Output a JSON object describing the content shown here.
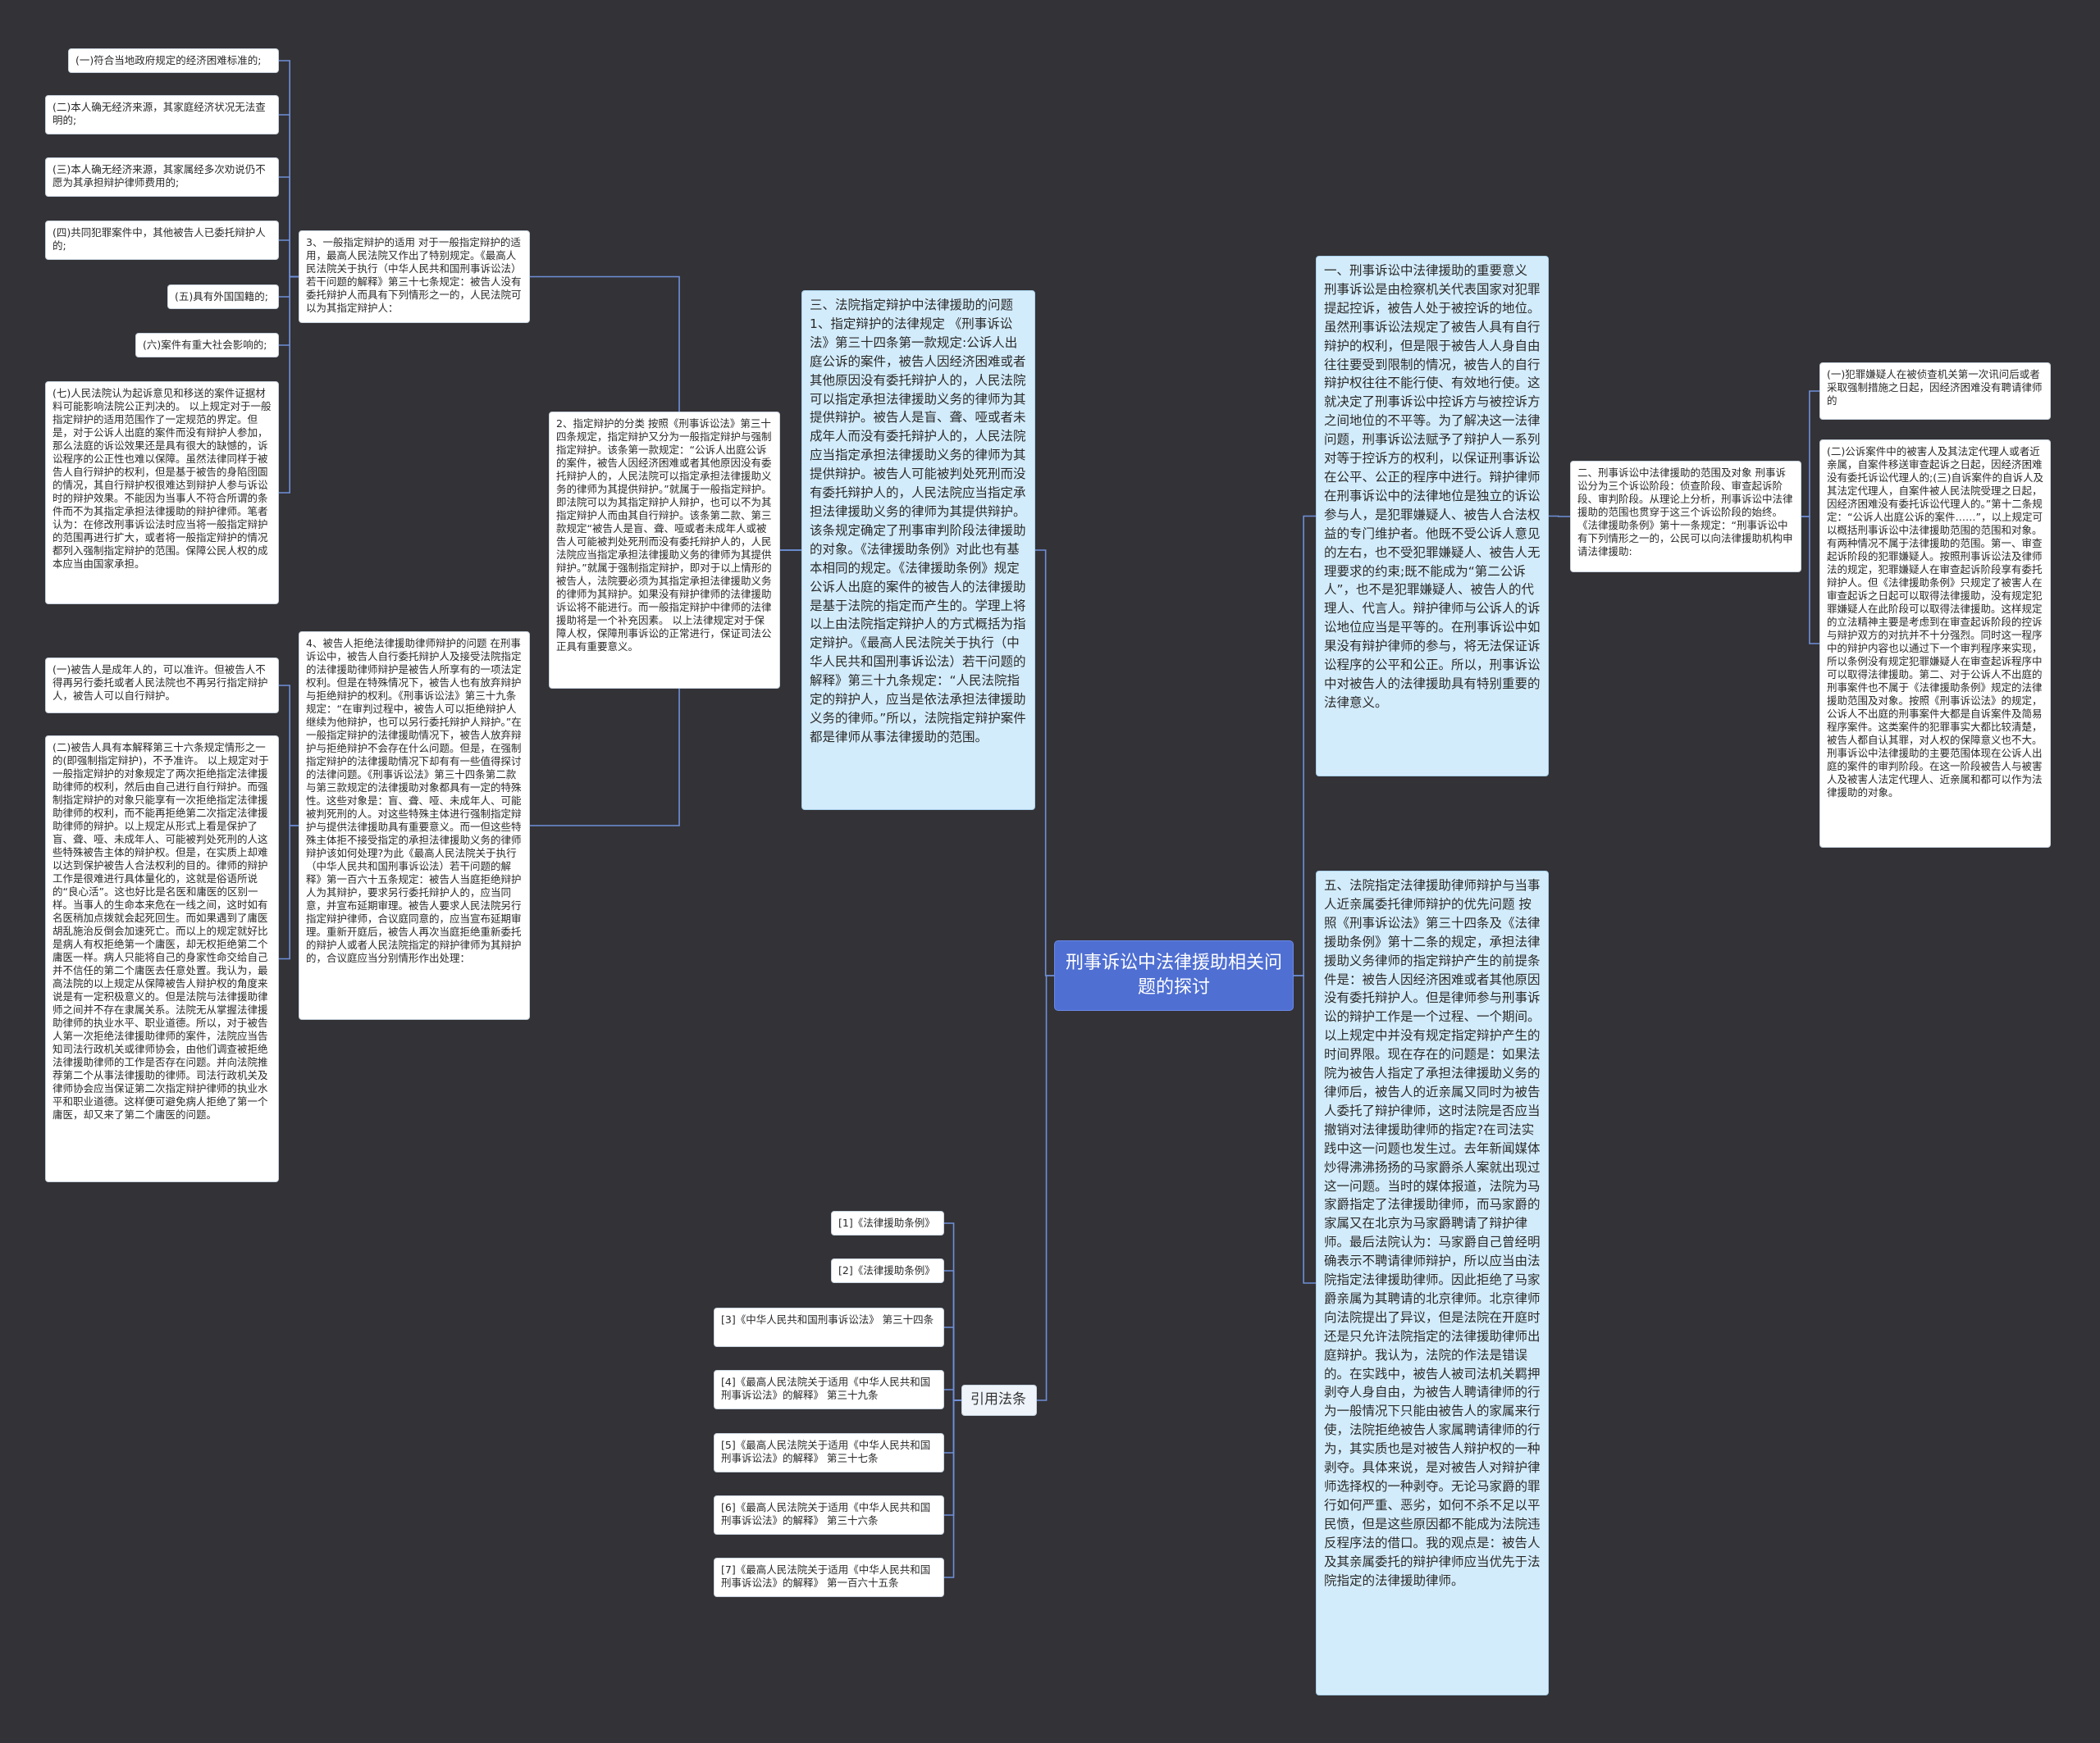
{
  "title": "刑事诉讼中法律援助相关问题的探讨",
  "link_color": "#6e8fd9",
  "section_one": "一、刑事诉讼中法律援助的重要意义 刑事诉讼是由检察机关代表国家对犯罪提起控诉，被告人处于被控诉的地位。虽然刑事诉讼法规定了被告人具有自行辩护的权利，但是限于被告人人身自由往往要受到限制的情况，被告人的自行辩护权往往不能行使、有效地行使。这就决定了刑事诉讼中控诉方与被控诉方之间地位的不平等。为了解决这一法律问题，刑事诉讼法赋予了辩护人一系列对等于控诉方的权利，以保证刑事诉讼在公平、公正的程序中进行。辩护律师在刑事诉讼中的法律地位是独立的诉讼参与人，是犯罪嫌疑人、被告人合法权益的专门维护者。他既不受公诉人意见的左右，也不受犯罪嫌疑人、被告人无理要求的约束;既不能成为“第二公诉人”，也不是犯罪嫌疑人、被告人的代理人、代言人。辩护律师与公诉人的诉讼地位应当是平等的。在刑事诉讼中如果没有辩护律师的参与，将无法保证诉讼程序的公平和公正。所以，刑事诉讼中对被告人的法律援助具有特别重要的法律意义。",
  "section_two": "二、刑事诉讼中法律援助的范围及对象 刑事诉讼分为三个诉讼阶段：侦查阶段、审查起诉阶段、审判阶段。从理论上分析，刑事诉讼中法律援助的范围也贯穿于这三个诉讼阶段的始终。《法律援助条例》第十一条规定：“刑事诉讼中有下列情形之一的，公民可以向法律援助机构申请法律援助:",
  "section_two_items": [
    "(一)犯罪嫌疑人在被侦查机关第一次讯问后或者采取强制措施之日起，因经济困难没有聘请律师的",
    "(二)公诉案件中的被害人及其法定代理人或者近亲属，自案件移送审查起诉之日起，因经济困难没有委托诉讼代理人的;(三)自诉案件的自诉人及其法定代理人，自案件被人民法院受理之日起，因经济困难没有委托诉讼代理人的。”第十二条规定：“公诉人出庭公诉的案件……”，以上规定可以概括刑事诉讼中法律援助范围的范围和对象。有两种情况不属于法律援助的范围。第一、审查起诉阶段的犯罪嫌疑人。按照刑事诉讼法及律师法的规定，犯罪嫌疑人在审查起诉阶段享有委托辩护人。但《法律援助条例》只规定了被害人在审查起诉之日起可以取得法律援助，没有规定犯罪嫌疑人在此阶段可以取得法律援助。这样规定的立法精神主要是考虑到在审查起诉阶段的控诉与辩护双方的对抗并不十分强烈。同时这一程序中的辩护内容也以通过下一个审判程序来实现，所以条例没有规定犯罪嫌疑人在审查起诉程序中可以取得法律援助。第二、对于公诉人不出庭的刑事案件也不属于《法律援助条例》规定的法律援助范围及对象。按照《刑事诉讼法》的规定，公诉人不出庭的刑事案件大都是自诉案件及简易程序案件。这类案件的犯罪事实大都比较清楚，被告人都自认其罪，对人权的保障意义也不大。刑事诉讼中法律援助的主要范围体现在公诉人出庭的案件的审判阶段。在这一阶段被告人与被害人及被害人法定代理人、近亲属和都可以作为法律援助的对象。"
  ],
  "section_three": "三、法院指定辩护中法律援助的问题 1、指定辩护的法律规定 《刑事诉讼法》第三十四条第一款规定:公诉人出庭公诉的案件，被告人因经济困难或者其他原因没有委托辩护人的，人民法院可以指定承担法律援助义务的律师为其提供辩护。被告人是盲、聋、哑或者未成年人而没有委托辩护人的，人民法院应当指定承担法律援助义务的律师为其提供辩护。被告人可能被判处死刑而没有委托辩护人的，人民法院应当指定承担法律援助义务的律师为其提供辩护。 该条规定确定了刑事审判阶段法律援助的对象。《法律援助条例》对此也有基本相同的规定。《法律援助条例》规定公诉人出庭的案件的被告人的法律援助是基于法院的指定而产生的。学理上将以上由法院指定辩护人的方式概括为指定辩护。《最高人民法院关于执行（中华人民共和国刑事诉讼法）若干问题的解释》第三十九条规定：“人民法院指定的辩护人，应当是依法承担法律援助义务的律师。”所以，法院指定辩护案件都是律师从事法律援助的范围。",
  "subsection_2": "2、指定辩护的分类 按照《刑事诉讼法》第三十四条规定，指定辩护又分为一般指定辩护与强制指定辩护。该条第一款规定：“公诉人出庭公诉的案件，被告人因经济困难或者其他原因没有委托辩护人的，人民法院可以指定承担法律援助义务的律师为其提供辩护。”就属于一般指定辩护。即法院可以为其指定辩护人辩护，也可以不为其指定辩护人而由其自行辩护。该条第二款、第三款规定“被告人是盲、聋、哑或者未成年人或被告人可能被判处死刑而没有委托辩护人的，人民法院应当指定承担法律援助义务的律师为其提供辩护。”就属于强制指定辩护，即对于以上情形的被告人，法院要必须为其指定承担法律援助义务的律师为其辩护。如果没有辩护律师的法律援助诉讼将不能进行。而一般指定辩护中律师的法律援助将是一个补充因素。 以上法律规定对于保障人权，保障刑事诉讼的正常进行，保证司法公正具有重要意义。",
  "subsection_3": "3、一般指定辩护的适用 对于一般指定辩护的适用，最高人民法院又作出了特别规定。《最高人民法院关于执行（中华人民共和国刑事诉讼法）若干问题的解释》第三十七条规定：被告人没有委托辩护人而具有下列情形之一的，人民法院可以为其指定辩护人：",
  "subsection_3_items": [
    "(一)符合当地政府规定的经济困难标准的;",
    "(二)本人确无经济来源，其家庭经济状况无法查明的;",
    "(三)本人确无经济来源，其家属经多次劝说仍不愿为其承担辩护律师费用的;",
    "(四)共同犯罪案件中，其他被告人已委托辩护人的;",
    "(五)具有外国国籍的;",
    "(六)案件有重大社会影响的;",
    "(七)人民法院认为起诉意见和移送的案件证据材料可能影响法院公正判决的。 以上规定对于一般指定辩护的适用范围作了一定规范的界定。但是，对于公诉人出庭的案件而没有辩护人参加，那么法庭的诉讼效果还是具有很大的缺憾的，诉讼程序的公正性也难以保障。虽然法律同样于被告人自行辩护的权利，但是基于被告的身陷囹圄的情况，其自行辩护权很难达到辩护人参与诉讼时的辩护效果。不能因为当事人不符合所谓的条件而不为其指定承担法律援助的辩护律师。笔者认为：在修改刑事诉讼法时应当将一般指定辩护的范围再进行扩大，或者将一般指定辩护的情况都列入强制指定辩护的范围。保障公民人权的成本应当由国家承担。"
  ],
  "subsection_4": "4、被告人拒绝法律援助律师辩护的问题 在刑事诉讼中，被告人自行委托辩护人及接受法院指定的法律援助律师辩护是被告人所享有的一项法定权利。但是在特殊情况下，被告人也有放弃辩护与拒绝辩护的权利。《刑事诉讼法》第三十九条规定：“在审判过程中，被告人可以拒绝辩护人继续为他辩护，也可以另行委托辩护人辩护。”在一般指定辩护的法律援助情况下，被告人放弃辩护与拒绝辩护不会存在什么问题。但是，在强制指定辩护的法律援助情况下却有有一些值得探讨的法律问题。《刑事诉讼法》第三十四条第二款与第三款规定的法律援助对象都具有一定的特殊性。这些对象是：盲、聋、哑、未成年人、可能被判死刑的人。对这些特殊主体进行强制指定辩护与提供法律援助具有重要意义。而一但这些特殊主体拒不接受指定的承担法律援助义务的律师辩护该如何处理?为此《最高人民法院关于执行（中华人民共和国刑事诉讼法）若干问题的解释》第一百六十五条规定：被告人当庭拒绝辩护人为其辩护，要求另行委托辩护人的，应当同意，并宣布延期审理。被告人要求人民法院另行指定辩护律师，合议庭同意的，应当宣布延期审理。重新开庭后，被告人再次当庭拒绝重新委托的辩护人或者人民法院指定的辩护律师为其辩护的，合议庭应当分别情形作出处理：",
  "subsection_4_items": [
    "(一)被告人是成年人的，可以准许。但被告人不得再另行委托或者人民法院也不再另行指定辩护人，被告人可以自行辩护。",
    "(二)被告人具有本解释第三十六条规定情形之一的(即强制指定辩护)，不予准许。 以上规定对于一般指定辩护的对象规定了两次拒绝指定法律援助律师的权利，然后由自己进行自行辩护。而强制指定辩护的对象只能享有一次拒绝指定法律援助律师的权利，而不能再拒绝第二次指定法律援助律师的辩护。以上规定从形式上看是保护了盲、聋、哑、未成年人、可能被判处死刑的人这些特殊被告主体的辩护权。但是，在实质上却难以达到保护被告人合法权利的目的。律师的辩护工作是很难进行具体量化的，这就是俗语所说的“良心活”。这也好比是名医和庸医的区别一样。当事人的生命本来危在一线之间，这时如有名医稍加点拨就会起死回生。而如果遇到了庸医胡乱施治反倒会加速死亡。而以上的规定就好比是病人有权拒绝第一个庸医，却无权拒绝第二个庸医一样。病人只能将自己的身家性命交给自己并不信任的第二个庸医去任意处置。我认为，最高法院的以上规定从保障被告人辩护权的角度来说是有一定积极意义的。但是法院与法律援助律师之间并不存在隶属关系。法院无从掌握法律援助律师的执业水平、职业道德。所以，对于被告人第一次拒绝法律援助律师的案件，法院应当告知司法行政机关或律师协会，由他们调查被拒绝法律援助律师的工作是否存在问题。并向法院推荐第二个从事法律援助的律师。司法行政机关及律师协会应当保证第二次指定辩护律师的执业水平和职业道德。这样便可避免病人拒绝了第一个庸医，却又来了第二个庸医的问题。"
  ],
  "section_five": "五、法院指定法律援助律师辩护与当事人近亲属委托律师辩护的优先问题 按照《刑事诉讼法》第三十四条及《法律援助条例》第十二条的规定，承担法律援助义务律师的指定辩护产生的前提条件是：被告人因经济困难或者其他原因没有委托辩护人。但是律师参与刑事诉讼的辩护工作是一个过程、一个期间。以上规定中并没有规定指定辩护产生的时间界限。现在存在的问题是：如果法院为被告人指定了承担法律援助义务的律师后，被告人的近亲属又同时为被告人委托了辩护律师，这时法院是否应当撤销对法律援助律师的指定?在司法实践中这一问题也发生过。去年新闻媒体炒得沸沸扬扬的马家爵杀人案就出现过这一问题。当时的媒体报道，法院为马家爵指定了法律援助律师，而马家爵的家属又在北京为马家爵聘请了辩护律师。最后法院认为：马家爵自己曾经明确表示不聘请律师辩护，所以应当由法院指定法律援助律师。因此拒绝了马家爵亲属为其聘请的北京律师。北京律师向法院提出了异议，但是法院在开庭时还是只允许法院指定的法律援助律师出庭辩护。我认为，法院的作法是错误的。在实践中，被告人被司法机关羁押剥夺人身自由，为被告人聘请律师的行为一般情况下只能由被告人的家属来行使，法院拒绝被告人家属聘请律师的行为，其实质也是对被告人辩护权的一种剥夺。具体来说，是对被告人对辩护律师选择权的一种剥夺。无论马家爵的罪行如何严重、恶劣，如何不杀不足以平民愤，但是这些原因都不能成为法院违反程序法的借口。我的观点是：被告人及其亲属委托的辩护律师应当优先于法院指定的法律援助律师。",
  "citations_label": "引用法条",
  "citations": [
    "[1]《法律援助条例》",
    "[2]《法律援助条例》",
    "[3]《中华人民共和国刑事诉讼法》 第三十四条",
    "[4]《最高人民法院关于适用《中华人民共和国刑事诉讼法》的解释》 第三十九条",
    "[5]《最高人民法院关于适用《中华人民共和国刑事诉讼法》的解释》 第三十七条",
    "[6]《最高人民法院关于适用《中华人民共和国刑事诉讼法》的解释》 第三十六条",
    "[7]《最高人民法院关于适用《中华人民共和国刑事诉讼法》的解释》 第一百六十五条"
  ]
}
